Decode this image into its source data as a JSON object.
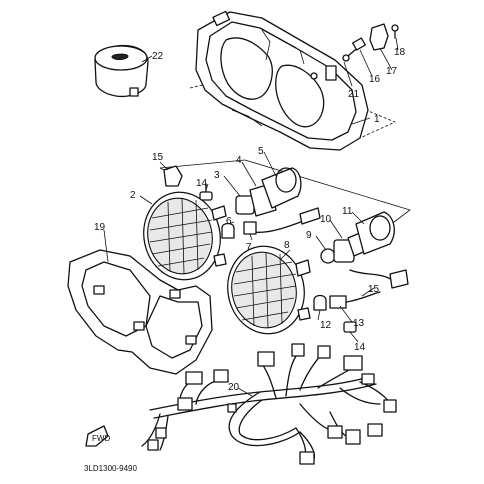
{
  "diagram": {
    "doc_code": "3LD1300-9490",
    "fwd_label": "FWD",
    "parts": [
      {
        "id": "p1",
        "label": "1"
      },
      {
        "id": "p2",
        "label": "2"
      },
      {
        "id": "p3",
        "label": "3"
      },
      {
        "id": "p4",
        "label": "4"
      },
      {
        "id": "p5",
        "label": "5"
      },
      {
        "id": "p6",
        "label": "6"
      },
      {
        "id": "p7",
        "label": "7"
      },
      {
        "id": "p8",
        "label": "8"
      },
      {
        "id": "p9",
        "label": "9"
      },
      {
        "id": "p10",
        "label": "10"
      },
      {
        "id": "p11",
        "label": "11"
      },
      {
        "id": "p12",
        "label": "12"
      },
      {
        "id": "p13",
        "label": "13"
      },
      {
        "id": "p14a",
        "label": "14"
      },
      {
        "id": "p14b",
        "label": "14"
      },
      {
        "id": "p15a",
        "label": "15"
      },
      {
        "id": "p15b",
        "label": "15"
      },
      {
        "id": "p16",
        "label": "16"
      },
      {
        "id": "p17",
        "label": "17"
      },
      {
        "id": "p18",
        "label": "18"
      },
      {
        "id": "p19",
        "label": "19"
      },
      {
        "id": "p20",
        "label": "20"
      },
      {
        "id": "p21",
        "label": "21"
      },
      {
        "id": "p22",
        "label": "22"
      }
    ]
  }
}
